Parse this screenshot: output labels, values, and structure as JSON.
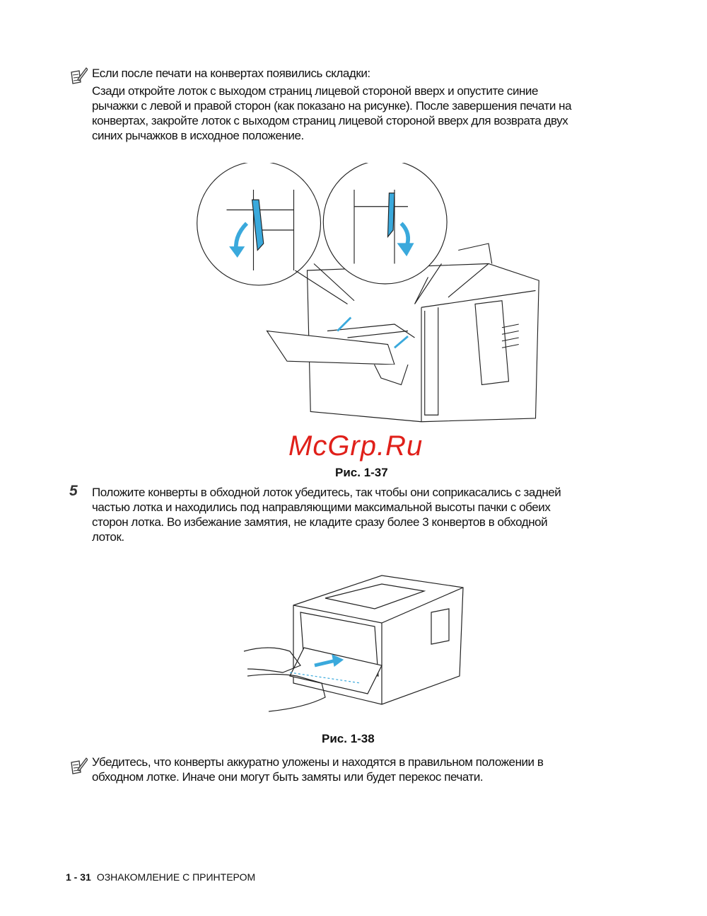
{
  "note1": {
    "title": "Если после печати на конвертах появились складки:",
    "lines": [
      "Сзади откройте лоток с выходом страниц лицевой стороной вверх и опустите синие",
      "рычажки с левой и правой сторон (как показано на рисунке). После завершения печати на",
      "конвертах, закройте лоток с выходом страниц лицевой стороной вверх для возврата двух",
      "синих рычажков в исходное положение."
    ]
  },
  "figure1": {
    "caption": "Рис. 1-37"
  },
  "watermark": "McGrp.Ru",
  "step5": {
    "number": "5",
    "lines": [
      "Положите конверты в обходной лоток убедитесь, так чтобы они соприкасались с задней",
      "частью лотка и находились под направляющими максимальной высоты пачки с обеих",
      "сторон лотка. Во избежание замятия, не кладите сразу более 3 конвертов в обходной",
      "лоток."
    ]
  },
  "figure2": {
    "caption": "Рис. 1-38"
  },
  "note2": {
    "lines": [
      "Убедитесь, что конверты аккуратно уложены и находятся в правильном положении в",
      "обходном лотке. Иначе они могут быть замяты или будет перекос печати."
    ]
  },
  "footer": {
    "page": "1 - 31",
    "section": "ОЗНАКОМЛЕНИЕ С ПРИНТЕРОМ"
  },
  "colors": {
    "accent_blue": "#3aa9dc",
    "watermark": "#e0201a"
  }
}
